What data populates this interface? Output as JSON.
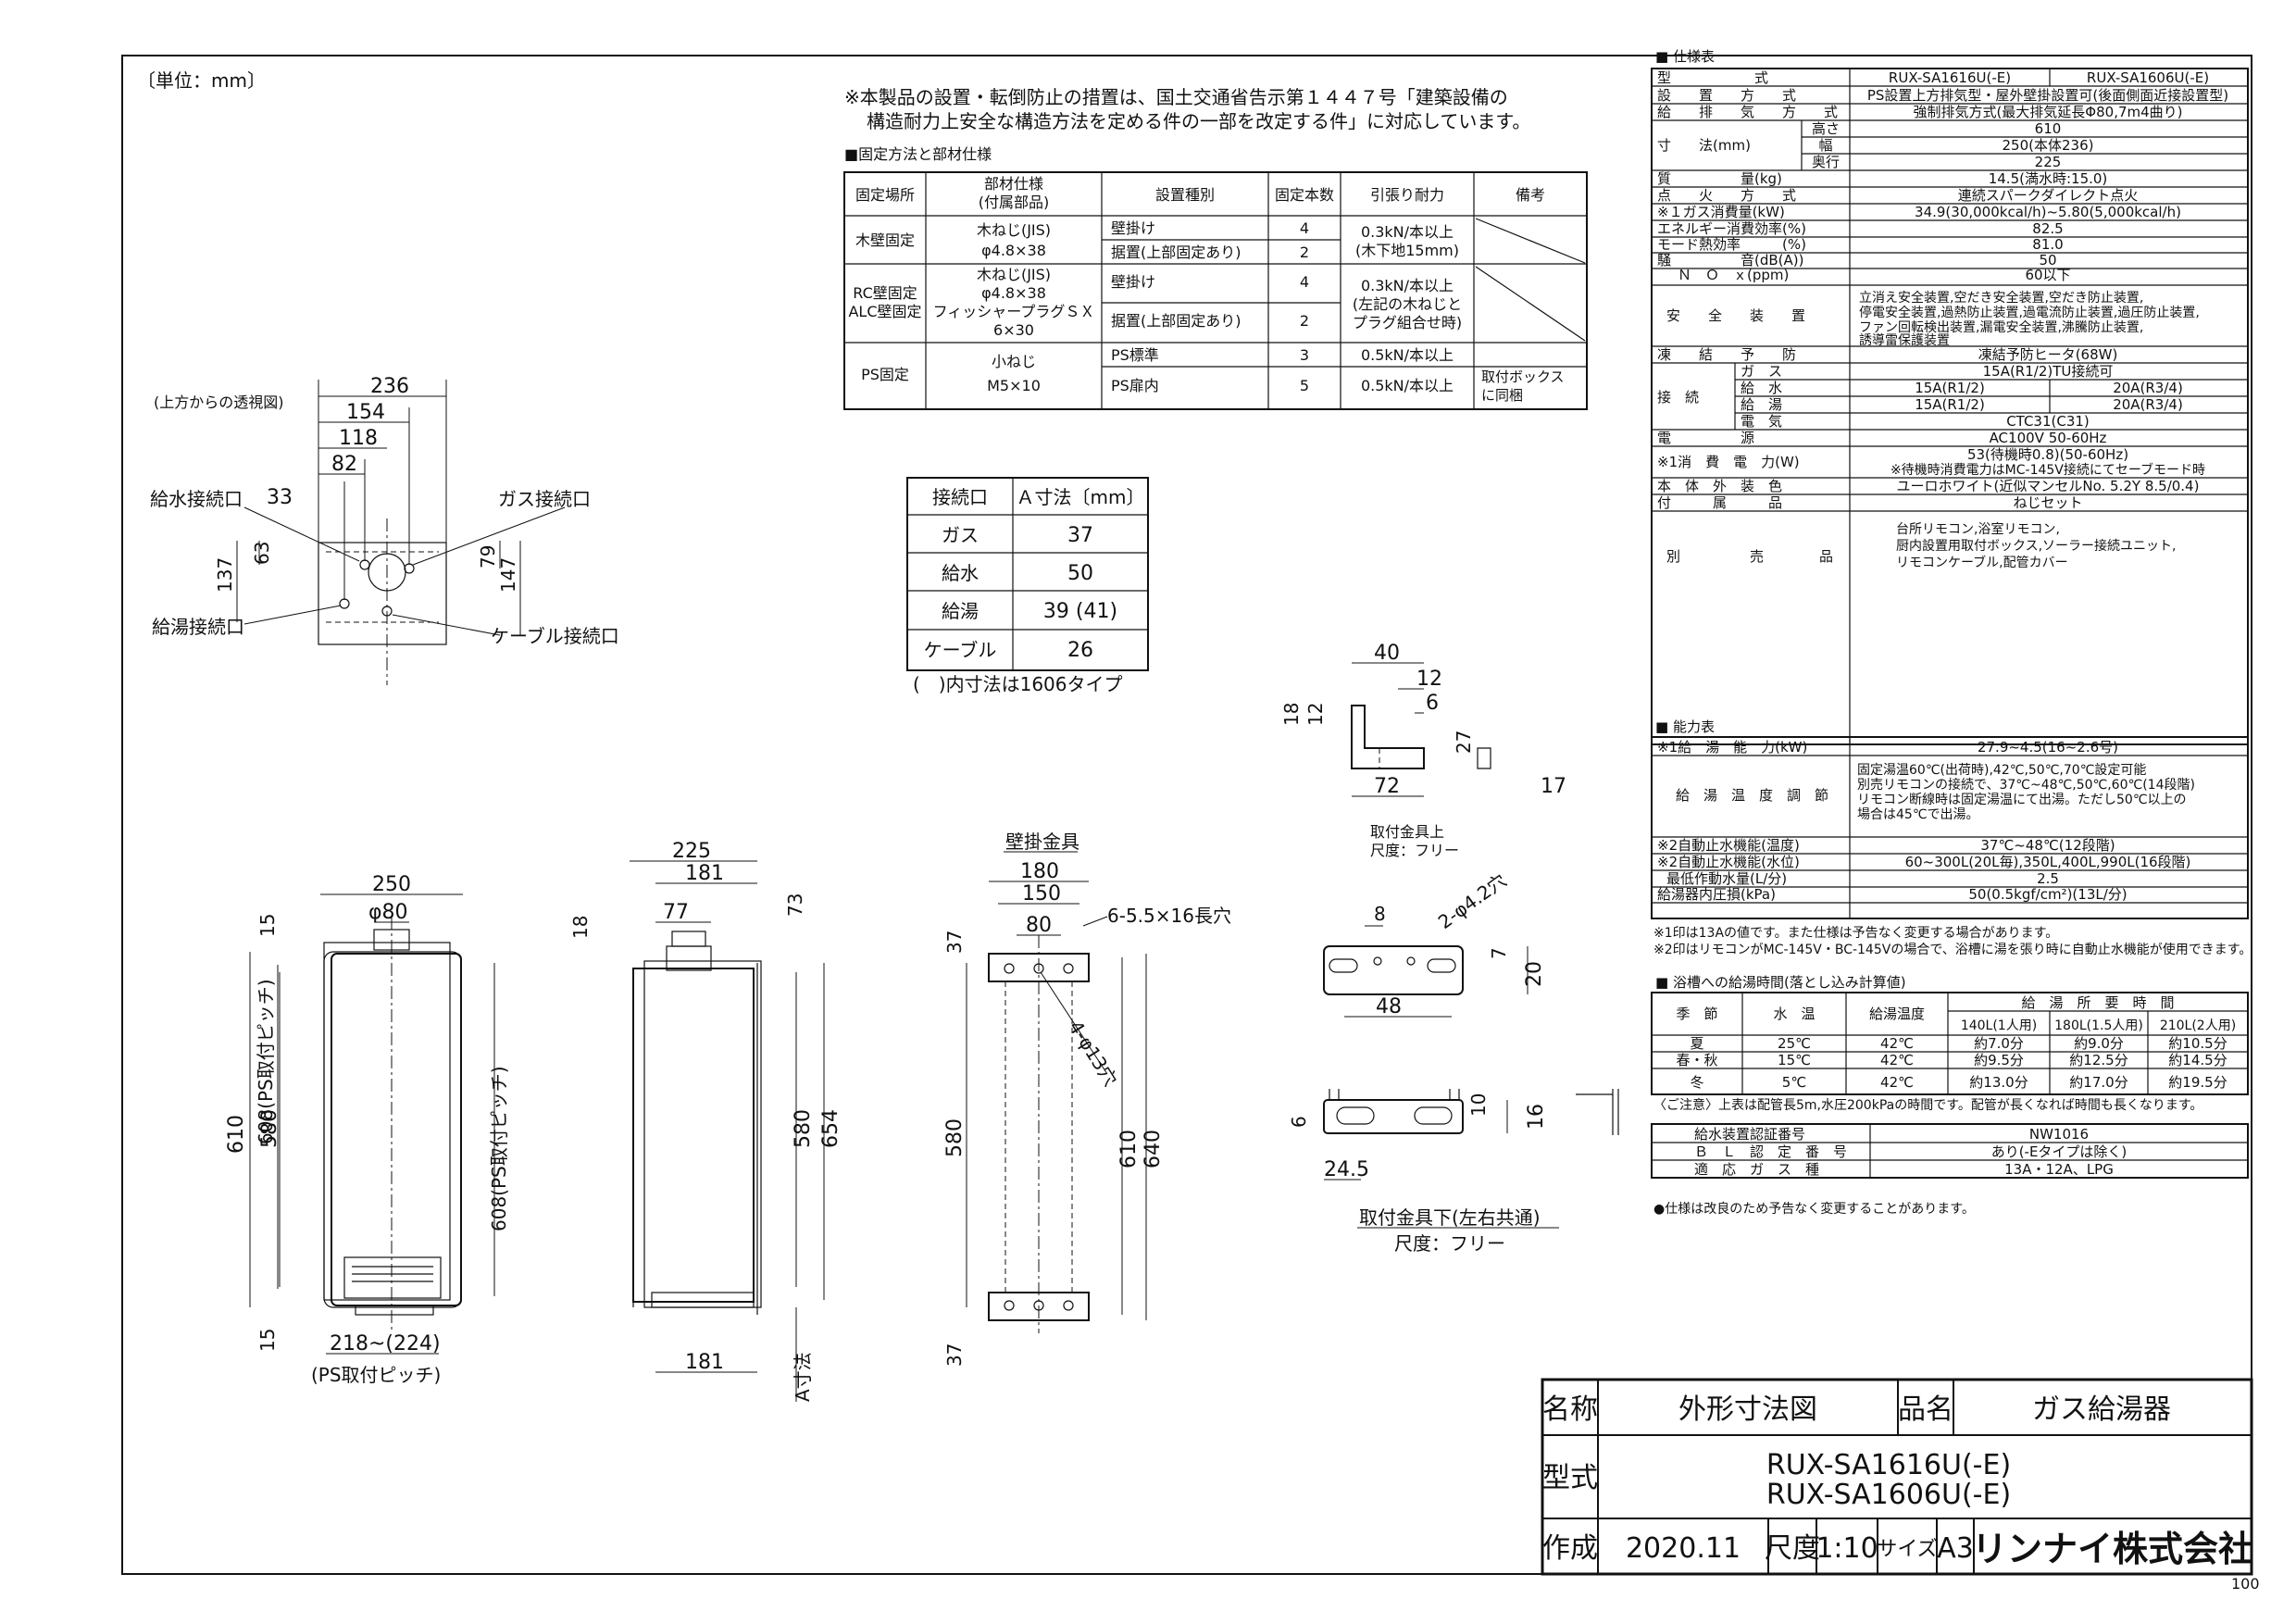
{
  "unit_note": "〔単位：mm〕",
  "regulation_note": [
    "※本製品の設置・転倒防止の措置は、国土交通省告示第１４４７号「建築設備の",
    "構造耐力上安全な構造方法を定める件の一部を改定する件」に対応しています。"
  ],
  "fixing": {
    "title": "■固定方法と部材仕様",
    "headers": [
      "固定場所",
      "部材仕様\n(付属部品)",
      "設置種別",
      "固定本数",
      "引張り耐力",
      "備考"
    ],
    "rows": [
      {
        "place": "木壁固定",
        "member": [
          "木ねじ(JIS)",
          "φ4.8×38"
        ],
        "types": [
          "壁掛け",
          "据置(上部固定あり)"
        ],
        "counts": [
          "4",
          "2"
        ],
        "strength": [
          "0.3kN/本以上",
          "(木下地15mm)"
        ],
        "remark": ""
      },
      {
        "place": "RC壁固定\nALC壁固定",
        "member": [
          "木ねじ(JIS)",
          "φ4.8×38",
          "フィッシャープラグＳＸ",
          "6×30"
        ],
        "types": [
          "壁掛け",
          "据置(上部固定あり)"
        ],
        "counts": [
          "4",
          "2"
        ],
        "strength": [
          "0.3kN/本以上",
          "(左記の木ねじと",
          "プラグ組合せ時)"
        ],
        "remark": ""
      },
      {
        "place": "PS固定",
        "member": [
          "小ねじ",
          "M5×10"
        ],
        "types": [
          "PS標準",
          "PS扉内"
        ],
        "counts": [
          "3",
          "5"
        ],
        "strength": [
          "0.5kN/本以上",
          "0.5kN/本以上"
        ],
        "remark": [
          "取付ボックス",
          "に同梱"
        ]
      }
    ]
  },
  "a_dim": {
    "headers": [
      "接続口",
      "Ａ寸法〔mm〕"
    ],
    "rows": [
      [
        "ガス",
        "37"
      ],
      [
        "給水",
        "50"
      ],
      [
        "給湯",
        "39 (41)"
      ],
      [
        "ケーブル",
        "26"
      ]
    ],
    "note": "(　)内寸法は1606タイプ"
  },
  "top_view": {
    "title": "(上方からの透視図)",
    "dims": [
      "236",
      "154",
      "118",
      "82",
      "33",
      "137",
      "63",
      "79",
      "147"
    ],
    "labels": [
      "給水接続口",
      "ガス接続口",
      "給湯接続口",
      "ケーブル接続口"
    ]
  },
  "front_view": {
    "dims": [
      "250",
      "φ80",
      "15",
      "610",
      "580",
      "608(PS取付ピッチ)",
      "15",
      "218~(224)",
      "(PS取付ピッチ)"
    ]
  },
  "side_view": {
    "dims": [
      "225",
      "181",
      "77",
      "18",
      "73",
      "580",
      "654",
      "181",
      "A寸法"
    ]
  },
  "wall_bracket": {
    "title": "壁掛金具",
    "dims": [
      "180",
      "150",
      "80",
      "6-5.5×16長穴",
      "37",
      "4-φ13穴",
      "580",
      "610",
      "640",
      "37"
    ]
  },
  "top_bracket": {
    "title": "取付金具上",
    "scale": "尺度：フリー",
    "dims": [
      "40",
      "12",
      "6",
      "18",
      "12",
      "27",
      "72",
      "17"
    ]
  },
  "bottom_bracket": {
    "title": "取付金具下(左右共通)",
    "scale": "尺度：フリー",
    "dims": [
      "8",
      "2-φ4.2穴",
      "7",
      "20",
      "48",
      "10",
      "16",
      "6",
      "24.5"
    ]
  },
  "spec": {
    "title": "■ 仕様表",
    "rows": [
      [
        "型　　　　　　式",
        "RUX-SA1616U(-E)",
        "RUX-SA1606U(-E)"
      ],
      [
        "設　　置　　方　　式",
        "PS設置上方排気型・屋外壁掛設置可(後面側面近接設置型)"
      ],
      [
        "給　　排　　気　　方　　式",
        "強制排気方式(最大排気延長Φ80,7m4曲り)"
      ],
      [
        "寸　　法(mm)",
        "高さ",
        "610"
      ],
      [
        "",
        "幅",
        "250(本体236)"
      ],
      [
        "",
        "奥行",
        "225"
      ],
      [
        "質　　　　　量(kg)",
        "14.5(満水時:15.0)"
      ],
      [
        "点　　火　　方　　式",
        "連続スパークダイレクト点火"
      ],
      [
        "※１ガス消費量(kW)",
        "34.9(30,000kcal/h)~5.80(5,000kcal/h)"
      ],
      [
        "エネルギー消費効率(%)",
        "82.5"
      ],
      [
        "モード熱効率　　　(%)",
        "81.0"
      ],
      [
        "騒　　　　　音(dB(A))",
        "50"
      ],
      [
        "Ｎ　Ｏ　ｘ(ppm)",
        "60以下"
      ],
      [
        "安　　全　　装　　置",
        "立消え安全装置,空だき安全装置,空だき防止装置,",
        "停電安全装置,過熱防止装置,過電流防止装置,過圧防止装置,",
        "ファン回転検出装置,漏電安全装置,沸騰防止装置,",
        "誘導雷保護装置"
      ],
      [
        "凍　　結　　予　　防",
        "凍結予防ヒータ(68W)"
      ],
      [
        "接　続",
        "ガ　ス",
        "15A(R1/2)TU接続可"
      ],
      [
        "",
        "給　水",
        "15A(R1/2)",
        "20A(R3/4)"
      ],
      [
        "",
        "給　湯",
        "15A(R1/2)",
        "20A(R3/4)"
      ],
      [
        "",
        "電　気",
        "CTC31(C31)"
      ],
      [
        "電　　　　　源",
        "AC100V 50-60Hz"
      ],
      [
        "※1消　費　電　力(W)",
        "53(待機時0.8)(50-60Hz)",
        "※待機時消費電力はMC-145V接続にてセーブモード時"
      ],
      [
        "本　体　外　装　色",
        "ユーロホワイト(近似マンセルNo. 5.2Y 8.5/0.4)"
      ],
      [
        "付　　　属　　　品",
        "ねじセット"
      ],
      [
        "別　　　　　売　　　　品",
        "台所リモコン,浴室リモコン,",
        "厨内設置用取付ボックス,ソーラー接続ユニット,",
        "リモコンケーブル,配管カバー"
      ]
    ]
  },
  "capability": {
    "title": "■ 能力表",
    "rows": [
      [
        "※1給　湯　能　力(kW)",
        "27.9~4.5(16~2.6号)"
      ],
      [
        "給　湯　温　度　調　節",
        "固定湯温60℃(出荷時),42℃,50℃,70℃設定可能",
        "別売リモコンの接続で、37℃~48℃,50℃,60℃(14段階)",
        "リモコン断線時は固定湯温にて出湯。ただし50℃以上の",
        "場合は45℃で出湯。"
      ],
      [
        "※2自動止水機能(温度)",
        "37℃~48℃(12段階)"
      ],
      [
        "※2自動止水機能(水位)",
        "60~300L(20L毎),350L,400L,990L(16段階)"
      ],
      [
        "最低作動水量(L/分)",
        "2.5"
      ],
      [
        "給湯器内圧損(kPa)",
        "50(0.5kgf/cm²)(13L/分)"
      ]
    ],
    "notes": [
      "※1印は13Aの値です。また仕様は予告なく変更する場合があります。",
      "※2印はリモコンがMC-145V・BC-145Vの場合で、浴槽に湯を張り時に自動止水機能が使用できます。"
    ]
  },
  "bath": {
    "title": "■ 浴槽への給湯時間(落とし込み計算値)",
    "headers": [
      "季　節",
      "水　温",
      "給湯温度",
      "給　湯　所　要　時　間",
      "140L(1人用)",
      "180L(1.5人用)",
      "210L(2人用)"
    ],
    "rows": [
      [
        "夏",
        "25℃",
        "42℃",
        "約7.0分",
        "約9.0分",
        "約10.5分"
      ],
      [
        "春・秋",
        "15℃",
        "42℃",
        "約9.5分",
        "約12.5分",
        "約14.5分"
      ],
      [
        "冬",
        "5℃",
        "42℃",
        "約13.0分",
        "約17.0分",
        "約19.5分"
      ]
    ],
    "note": "〈ご注意〉上表は配管長5m,水圧200kPaの時間です。配管が長くなれば時間も長くなります。"
  },
  "cert": {
    "rows": [
      [
        "給水装置認証番号",
        "NW1016"
      ],
      [
        "Ｂ　Ｌ　認　定　番　号",
        "あり(-Eタイプは除く)"
      ],
      [
        "適　応　ガ　ス　種",
        "13A・12A、LPG"
      ]
    ],
    "note": "●仕様は改良のため予告なく変更することがあります。"
  },
  "title_block": {
    "name_label": "名称",
    "name_value": "外形寸法図",
    "product_label": "品名",
    "product_value": "ガス給湯器",
    "model_label": "型式",
    "model_values": [
      "RUX-SA1616U(-E)",
      "RUX-SA1606U(-E)"
    ],
    "created_label": "作成",
    "created_value": "2020.11",
    "scale_label": "尺度",
    "scale_value": "1:10",
    "size_label": "サイズ",
    "size_value": "A3",
    "company": "リンナイ株式会社"
  },
  "page_number": "100"
}
